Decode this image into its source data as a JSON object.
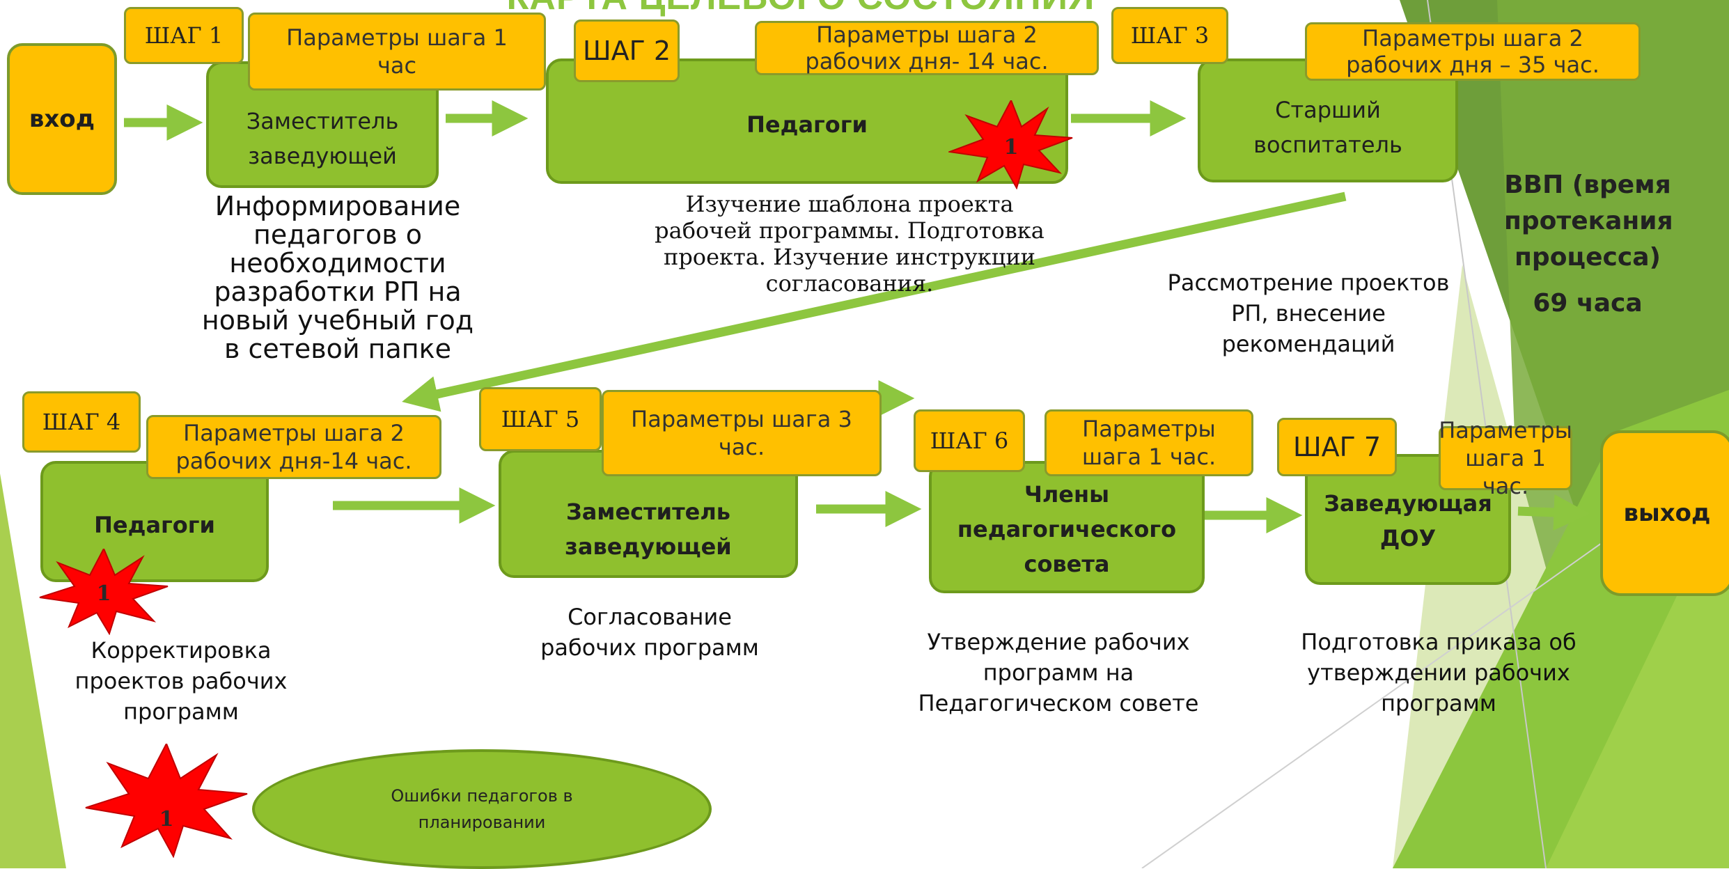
{
  "title": "КАРТА ЦЕЛЕВОГО СОСТОЯНИЯ",
  "entry": "вход",
  "exit": "выход",
  "steps": [
    {
      "label": "ШАГ 1",
      "params": "Параметры шага 1 час",
      "role": "Заместитель заведующей",
      "description": "Информирование педагогов о необходимости разработки РП на новый учебный год в сетевой папке"
    },
    {
      "label": "ШАГ 2",
      "params": "Параметры шага 2 рабочих дня- 14 час.",
      "role": "Педагоги",
      "description": "Изучение шаблона проекта рабочей программы. Подготовка проекта. Изучение инструкции согласования."
    },
    {
      "label": "ШАГ 3",
      "params": "Параметры шага 2 рабочих дня – 35 час.",
      "role": "Старший воспитатель",
      "description": "Рассмотрение проектов РП, внесение рекомендаций"
    },
    {
      "label": "ШАГ 4",
      "params": "Параметры шага 2 рабочих дня-14 час.",
      "role": "Педагоги",
      "description": "Корректировка проектов рабочих программ"
    },
    {
      "label": "ШАГ 5",
      "params": "Параметры шага 3 час.",
      "role": "Заместитель заведующей",
      "description": "Согласование рабочих программ"
    },
    {
      "label": "ШАГ 6",
      "params": "Параметры шага 1 час.",
      "role": "Члены педагогического совета",
      "description": "Утверждение рабочих программ на Педагогическом совете"
    },
    {
      "label": "ШАГ 7",
      "params": "Параметры шага 1 час.",
      "role": "Заведующая ДОУ",
      "description": "Подготовка приказа об утверждении рабочих программ"
    }
  ],
  "total": {
    "label": "ВВП (время протекания процесса)",
    "value": "69 часа"
  },
  "problem_marker": "1",
  "legend": {
    "marker": "1",
    "text": "Ошибки педагогов в планировании"
  },
  "colors": {
    "process_box": "#8fc02e",
    "param_box": "#ffc000",
    "arrow": "#8dc63f",
    "problem_star": "#ff0000"
  }
}
